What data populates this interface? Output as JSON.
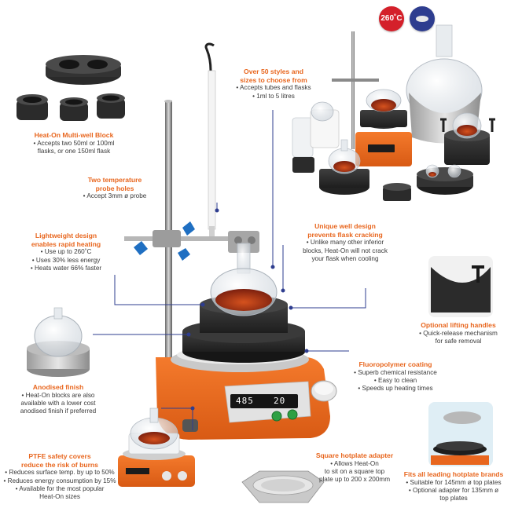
{
  "badges": {
    "temperature": "260˚C",
    "lid_icon": "lid-icon"
  },
  "display": {
    "left_value": "485",
    "right_value": "20"
  },
  "callouts": {
    "multiwell": {
      "title": "Heat-On Multi-well Block",
      "lines": [
        "• Accepts two 50ml or 100ml",
        "flasks, or one 150ml flask"
      ]
    },
    "styles": {
      "title_lines": [
        "Over 50 styles and",
        "sizes to choose from"
      ],
      "lines": [
        "• Accepts tubes and flasks",
        "• 1ml to 5 litres"
      ]
    },
    "probe": {
      "title_lines": [
        "Two temperature",
        "probe holes"
      ],
      "lines": [
        "• Accept 3mm ø probe"
      ]
    },
    "lightweight": {
      "title_lines": [
        "Lightweight design",
        "enables rapid heating"
      ],
      "lines": [
        "• Use up to 260˚C",
        "• Uses 30% less energy",
        "• Heats water 66% faster"
      ]
    },
    "unique": {
      "title_lines": [
        "Unique well design",
        "prevents flask cracking"
      ],
      "lines": [
        "• Unlike many other inferior",
        "blocks, Heat-On will not crack",
        "your flask when cooling"
      ]
    },
    "lifting": {
      "title": "Optional lifting handles",
      "lines": [
        "• Quick-release mechanism",
        "for safe removal"
      ]
    },
    "fluoro": {
      "title": "Fluoropolymer coating",
      "lines": [
        "• Superb chemical resistance",
        "• Easy to clean",
        "• Speeds up heating times"
      ]
    },
    "anodised": {
      "title": "Anodised finish",
      "lines": [
        "• Heat-On blocks are also",
        "available with a lower cost",
        "anodised finish if preferred"
      ]
    },
    "ptfe": {
      "title_lines": [
        "PTFE safety covers",
        "reduce the risk of burns"
      ],
      "lines": [
        "• Reduces surface temp. by up to 50%",
        "• Reduces energy consumption by 15%",
        "• Available for the most popular",
        "Heat-On sizes"
      ]
    },
    "square": {
      "title": "Square hotplate adapter",
      "lines": [
        "• Allows Heat-On",
        "to sit on a square top",
        "plate up to 200 x 200mm"
      ]
    },
    "fits": {
      "title": "Fits all leading hotplate brands",
      "lines": [
        "• Suitable for 145mm ø top plates",
        "• Optional adapter for 135mm ø",
        "top plates"
      ]
    }
  },
  "colors": {
    "accent_orange": "#e8661e",
    "leader_blue": "#2e3d8f",
    "body_text": "#3a3a3a",
    "badge_red": "#d4202a"
  }
}
